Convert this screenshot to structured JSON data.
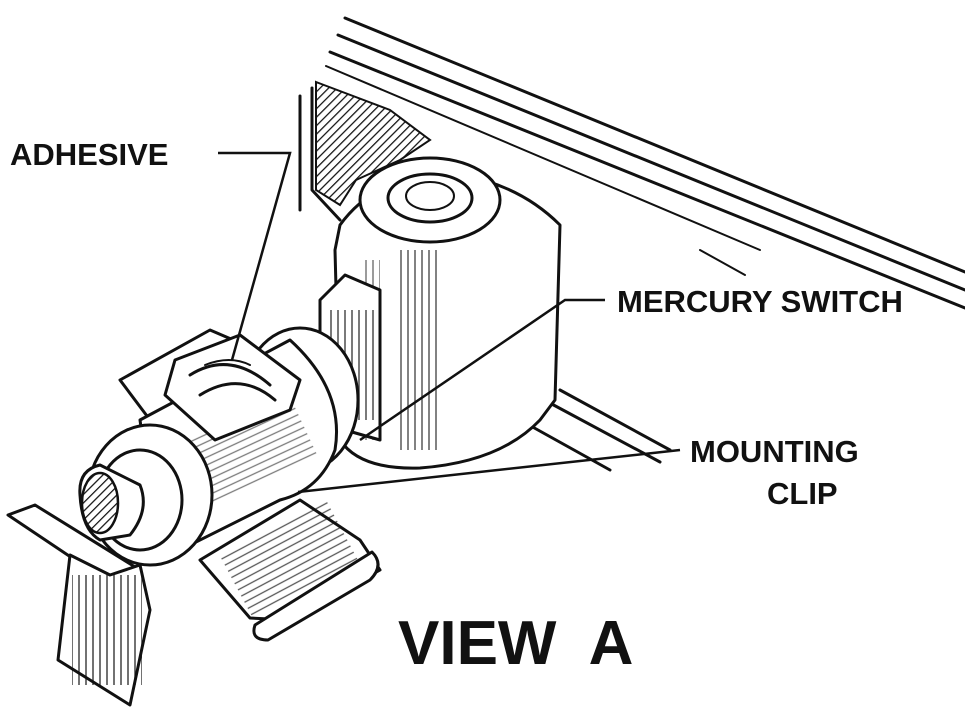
{
  "labels": {
    "adhesive": "ADHESIVE",
    "mercury_switch": "MERCURY SWITCH",
    "mounting_line1": "MOUNTING",
    "mounting_line2": "CLIP",
    "view": "VIEW  A"
  },
  "colors": {
    "ink": "#111111",
    "background": "#ffffff"
  }
}
